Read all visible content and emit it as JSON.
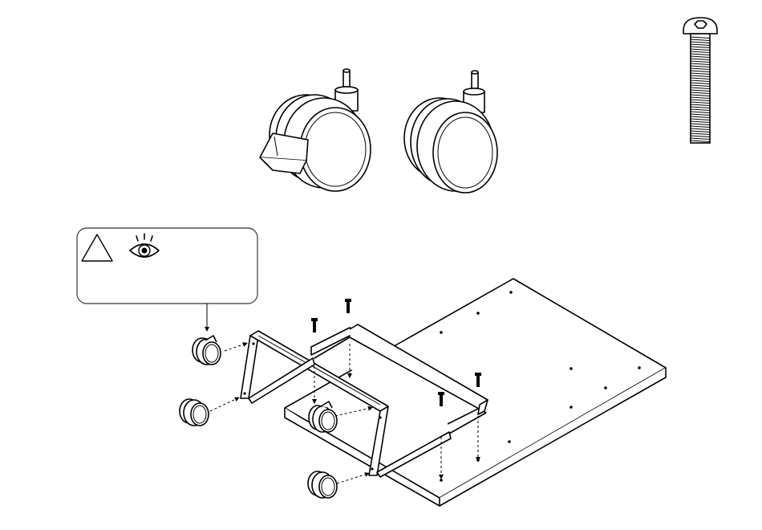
{
  "diagram": {
    "parts": [
      {
        "name": "locking-caster",
        "icon": "caster-with-brake-icon"
      },
      {
        "name": "caster",
        "icon": "caster-icon"
      },
      {
        "name": "bolt",
        "icon": "hex-socket-bolt-icon"
      }
    ],
    "notice": {
      "icons": [
        "warning-triangle-icon",
        "eye-icon"
      ],
      "text": ""
    },
    "colors": {
      "line": "#000000",
      "background": "#ffffff",
      "notice_border": "#555555"
    }
  }
}
